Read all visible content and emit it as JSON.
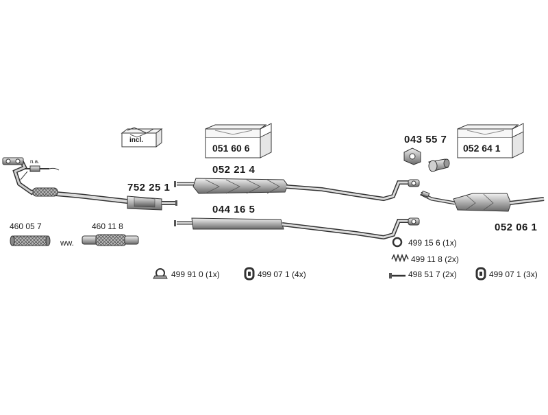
{
  "parts": {
    "p752251": "752 25 1",
    "p052214": "052 21 4",
    "p044165": "044 16 5",
    "p052061": "052 06 1",
    "p460057": "460 05 7",
    "p460118": "460 11 8",
    "p043557": "043 55 7"
  },
  "boxes": {
    "b051606": "051 60 6",
    "b052641": "052 64 1",
    "incl": "incl."
  },
  "notes": {
    "na": "n.a.",
    "ww": "ww."
  },
  "hardware": [
    {
      "label": "499 91 0 (1x)",
      "icon": "clamp-icon"
    },
    {
      "label": "499 07 1 (4x)",
      "icon": "rubber-hanger-icon"
    },
    {
      "label": "499 15 6 (1x)",
      "icon": "ring-gasket-icon"
    },
    {
      "label": "499 11 8 (2x)",
      "icon": "spring-icon"
    },
    {
      "label": "498 51 7 (2x)",
      "icon": "bolt-icon"
    },
    {
      "label": "499 07 1 (3x)",
      "icon": "rubber-hanger-icon"
    }
  ]
}
